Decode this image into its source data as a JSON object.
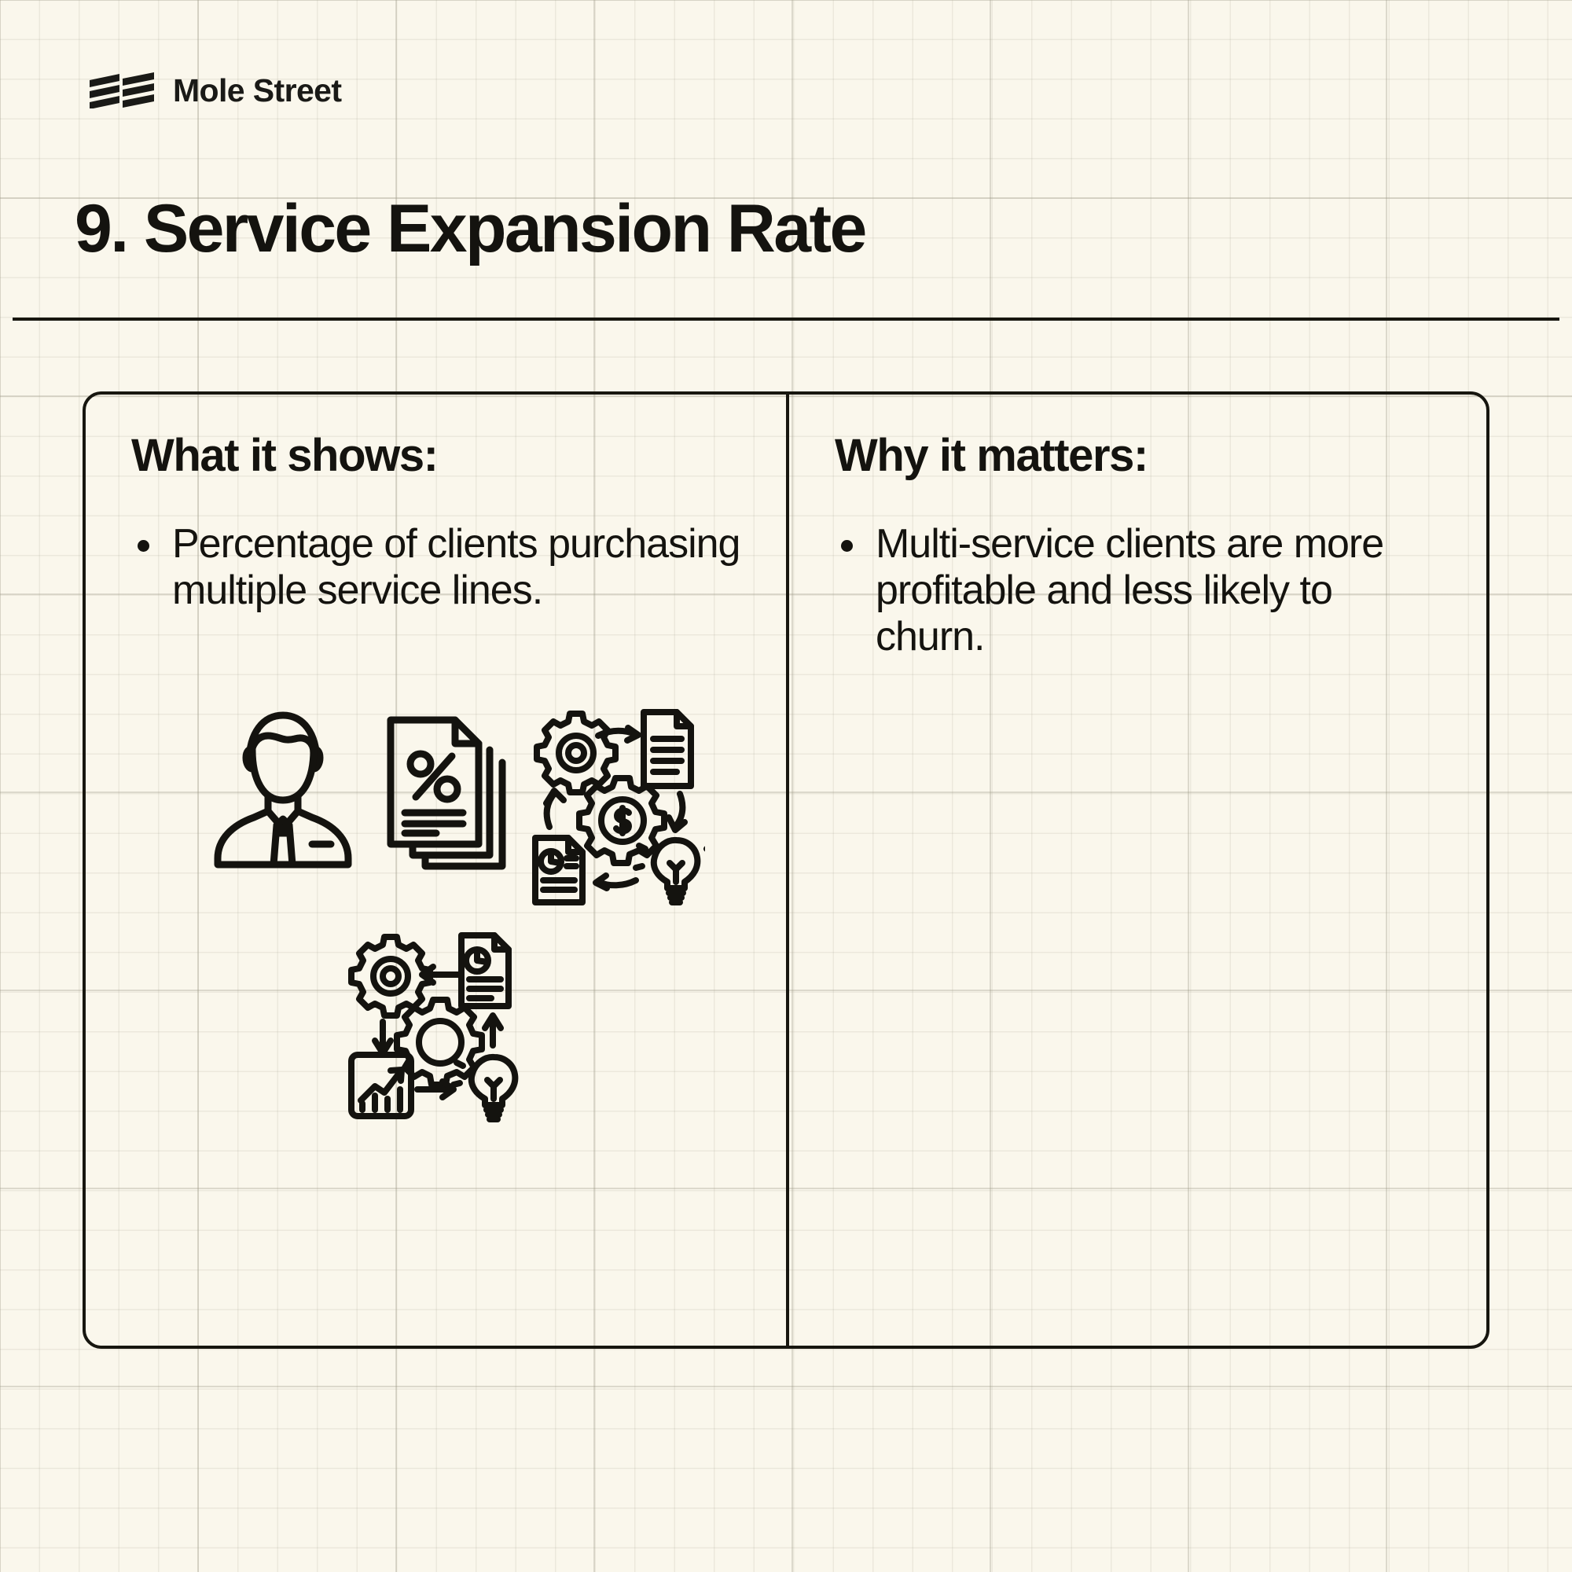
{
  "brand": {
    "name": "Mole Street",
    "mark_icon": "mole-street-stripes-logo"
  },
  "header": {
    "title": "9. Service Expansion Rate",
    "divider": true
  },
  "card": {
    "columns": [
      {
        "id": "what-it-shows",
        "heading": "What it shows:",
        "bullets": [
          "Percentage of clients purchasing multiple service lines."
        ],
        "illustration": {
          "caption": "",
          "icons": [
            "businessman-avatar-icon",
            "percentage-documents-stack-icon",
            "gear-document-dollar-lightbulb-cycle-icon",
            "gear-chart-document-lightbulb-cycle-icon"
          ]
        }
      },
      {
        "id": "why-it-matters",
        "heading": "Why it matters:",
        "bullets": [
          "Multi-service clients are more profitable and less likely to churn."
        ],
        "illustration": null
      }
    ]
  },
  "colors": {
    "paper": "#faf7ec",
    "ink": "#14130f",
    "grid_minor": "rgba(160,158,140,0.16)",
    "grid_major": "rgba(150,148,128,0.30)"
  }
}
